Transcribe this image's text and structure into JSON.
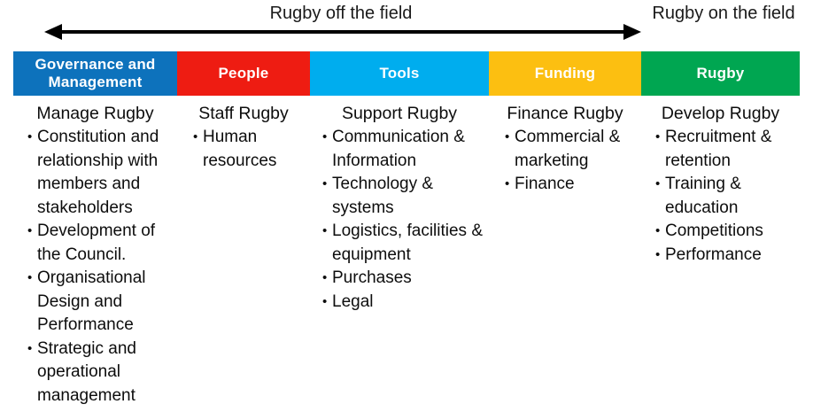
{
  "axis": {
    "left_label": "Rugby off the field",
    "right_label": "Rugby on the field",
    "arrow_name": "double-headed-arrow"
  },
  "colors": {
    "governance": "#0d72bc",
    "people": "#ee1c12",
    "tools": "#00adee",
    "funding": "#fcbf11",
    "rugby": "#00a651",
    "header_text": "#ffffff",
    "body_text": "#0d0d0d"
  },
  "columns": [
    {
      "key": "governance",
      "header": "Governance and Management",
      "subhead": "Manage Rugby",
      "color": "#0d72bc",
      "items": [
        "Constitution and relationship with members and stakeholders",
        "Development of the Council.",
        "Organisational Design and Performance",
        "Strategic and operational management"
      ]
    },
    {
      "key": "people",
      "header": "People",
      "subhead": "Staff Rugby",
      "color": "#ee1c12",
      "items": [
        "Human resources"
      ]
    },
    {
      "key": "tools",
      "header": "Tools",
      "subhead": "Support Rugby",
      "color": "#00adee",
      "items": [
        "Communication & Information",
        "Technology & systems",
        "Logistics, facilities & equipment",
        "Purchases",
        "Legal"
      ]
    },
    {
      "key": "funding",
      "header": "Funding",
      "subhead": "Finance Rugby",
      "color": "#fcbf11",
      "items": [
        "Commercial & marketing",
        "Finance"
      ]
    },
    {
      "key": "rugby",
      "header": "Rugby",
      "subhead": "Develop Rugby",
      "color": "#00a651",
      "items": [
        "Recruitment & retention",
        "Training & education",
        "Competitions",
        "Performance"
      ]
    }
  ]
}
